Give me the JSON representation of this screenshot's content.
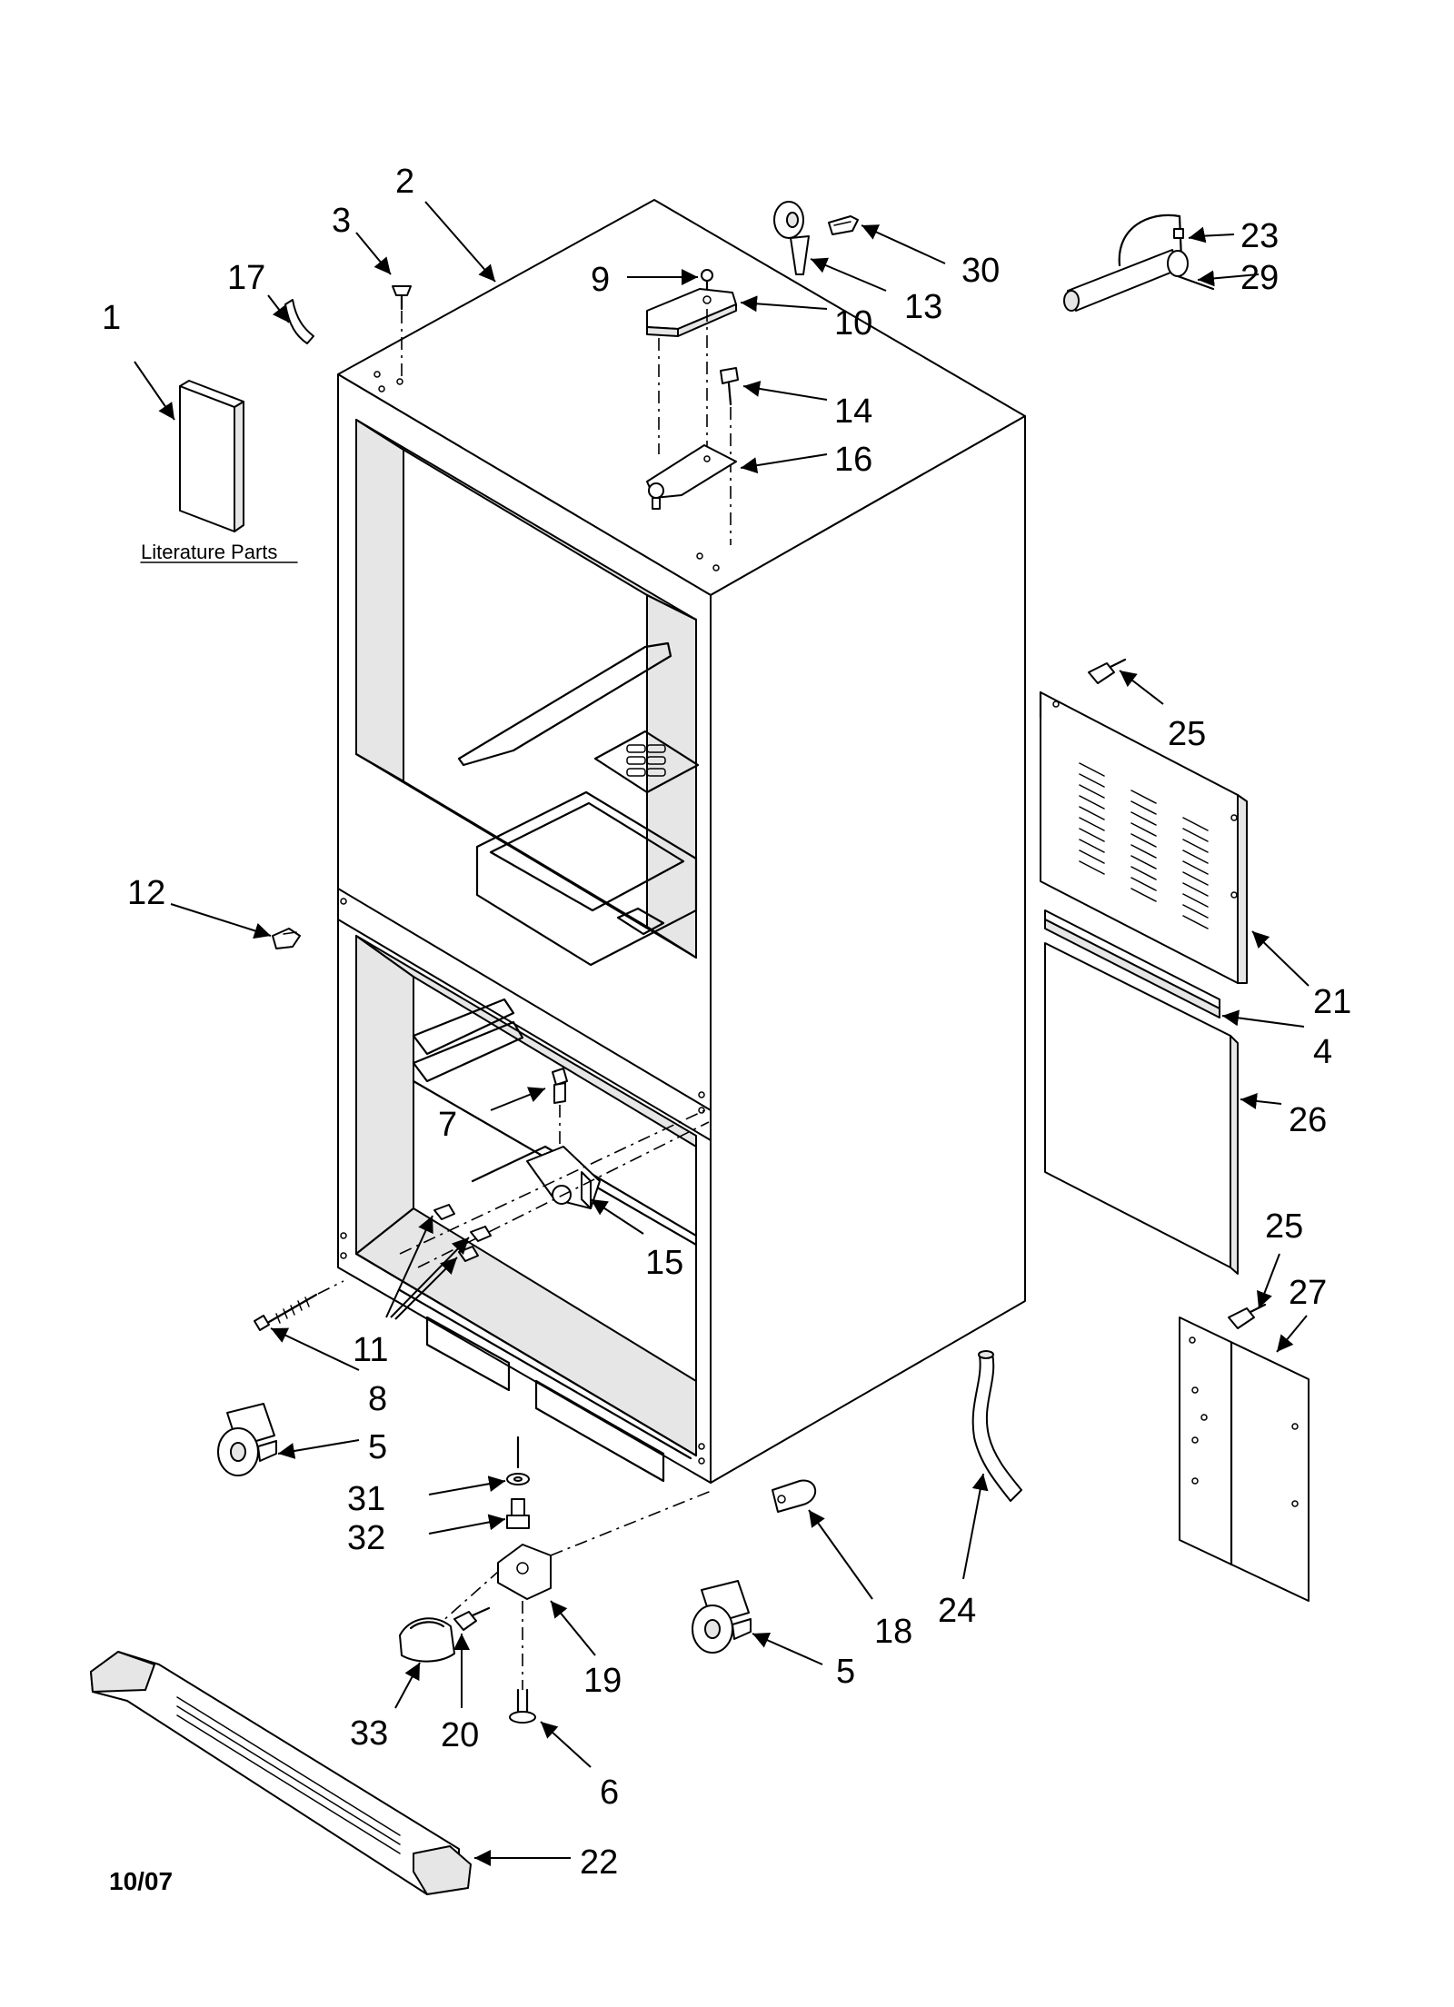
{
  "date_code": "10/07",
  "literature_label": "Literature Parts",
  "callouts": {
    "c1": "1",
    "c2": "2",
    "c3": "3",
    "c4": "4",
    "c5a": "5",
    "c5b": "5",
    "c6": "6",
    "c7": "7",
    "c8": "8",
    "c9": "9",
    "c10": "10",
    "c11": "11",
    "c12": "12",
    "c13": "13",
    "c14": "14",
    "c15": "15",
    "c16": "16",
    "c17": "17",
    "c18": "18",
    "c19": "19",
    "c20": "20",
    "c21": "21",
    "c22": "22",
    "c23": "23",
    "c24": "24",
    "c25a": "25",
    "c25b": "25",
    "c26": "26",
    "c27": "27",
    "c29": "29",
    "c30": "30",
    "c31": "31",
    "c32": "32",
    "c33": "33"
  }
}
